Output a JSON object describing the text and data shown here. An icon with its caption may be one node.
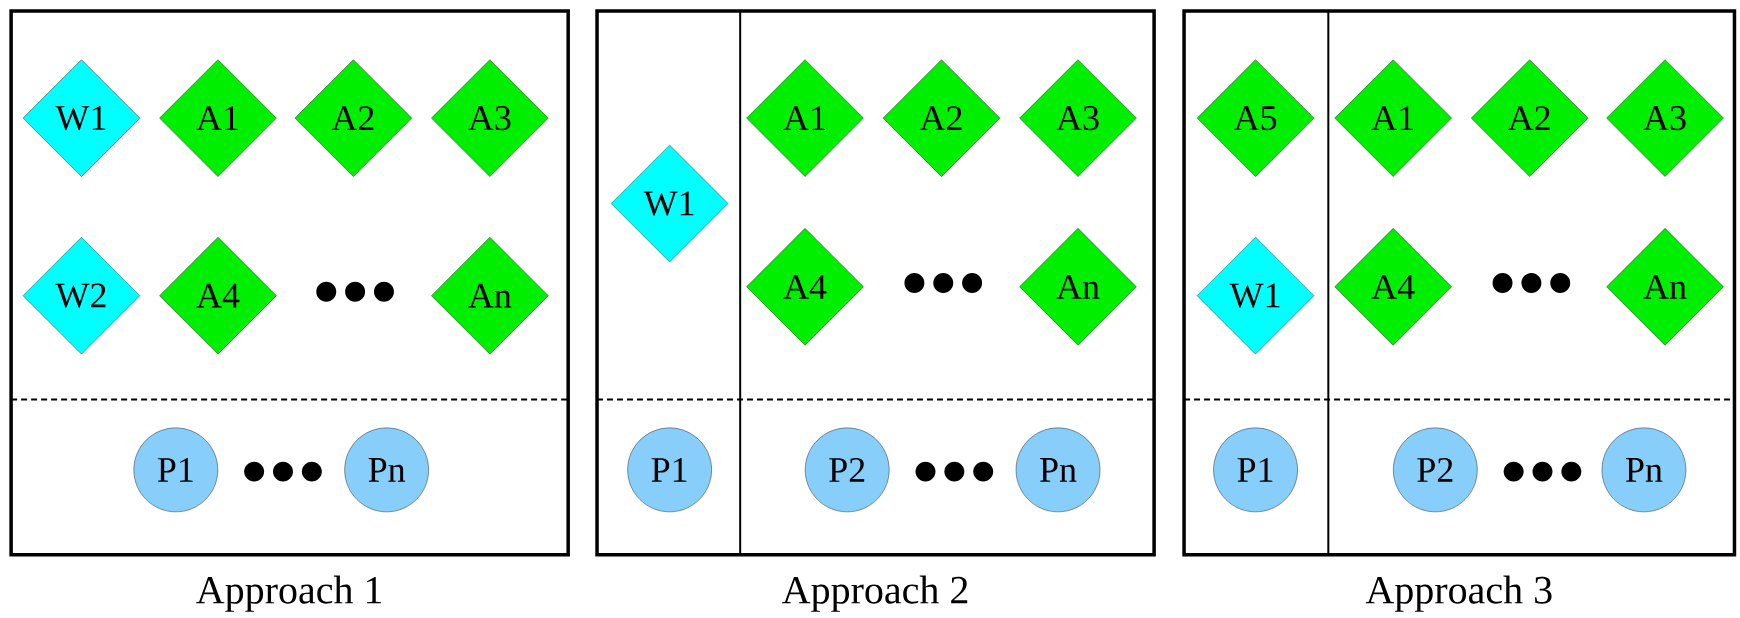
{
  "diagram": {
    "nodes": [
      {
        "text": [
          "Approach 1"
        ]
      },
      {
        "text": [
          "W1"
        ],
        "in": 0
      },
      {
        "text": [
          "A1"
        ],
        "in": 0
      },
      {
        "text": [
          "A2"
        ],
        "in": 0
      },
      {
        "text": [
          "A3"
        ],
        "in": 0
      },
      {
        "text": [
          "W2"
        ],
        "in": 0
      },
      {
        "text": [
          "A4"
        ],
        "in": 0
      },
      {
        "text": [
          "An"
        ],
        "in": 0
      },
      {
        "text": [
          "P1"
        ],
        "in": 0
      },
      {
        "text": [
          "Pn"
        ],
        "in": 0
      },
      {
        "text": [
          "Approach 2"
        ]
      },
      {
        "text": [
          "W1"
        ],
        "in": 10
      },
      {
        "text": [
          "A1"
        ],
        "in": 10
      },
      {
        "text": [
          "A2"
        ],
        "in": 10
      },
      {
        "text": [
          "A3"
        ],
        "in": 10
      },
      {
        "text": [
          "A4"
        ],
        "in": 10
      },
      {
        "text": [
          "An"
        ],
        "in": 10
      },
      {
        "text": [
          "P1"
        ],
        "in": 10
      },
      {
        "text": [
          "P2"
        ],
        "in": 10
      },
      {
        "text": [
          "Pn"
        ],
        "in": 10
      },
      {
        "text": [
          "Approach 3"
        ]
      },
      {
        "text": [
          "A5"
        ],
        "in": 20
      },
      {
        "text": [
          "A1"
        ],
        "in": 20
      },
      {
        "text": [
          "A2"
        ],
        "in": 20
      },
      {
        "text": [
          "A3"
        ],
        "in": 20
      },
      {
        "text": [
          "W1"
        ],
        "in": 20
      },
      {
        "text": [
          "A4"
        ],
        "in": 20
      },
      {
        "text": [
          "An"
        ],
        "in": 20
      },
      {
        "text": [
          "P1"
        ],
        "in": 20
      },
      {
        "text": [
          "P2"
        ],
        "in": 20
      },
      {
        "text": [
          "Pn"
        ],
        "in": 20
      }
    ]
  }
}
